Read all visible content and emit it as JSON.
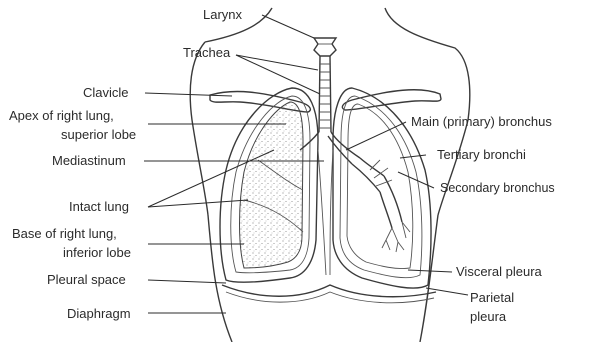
{
  "labels": {
    "larynx": "Larynx",
    "trachea": "Trachea",
    "clavicle": "Clavicle",
    "apex_line1": "Apex of right lung,",
    "apex_line2": "superior lobe",
    "mediastinum": "Mediastinum",
    "intact_lung": "Intact lung",
    "base_line1": "Base of right lung,",
    "base_line2": "inferior lobe",
    "pleural_space": "Pleural space",
    "diaphragm": "Diaphragm",
    "main_bronchus": "Main (primary) bronchus",
    "tertiary_bronchi": "Tertiary bronchi",
    "secondary_bronchus": "Secondary bronchus",
    "visceral_pleura": "Visceral pleura",
    "parietal_line1": "Parietal",
    "parietal_line2": "pleura"
  }
}
